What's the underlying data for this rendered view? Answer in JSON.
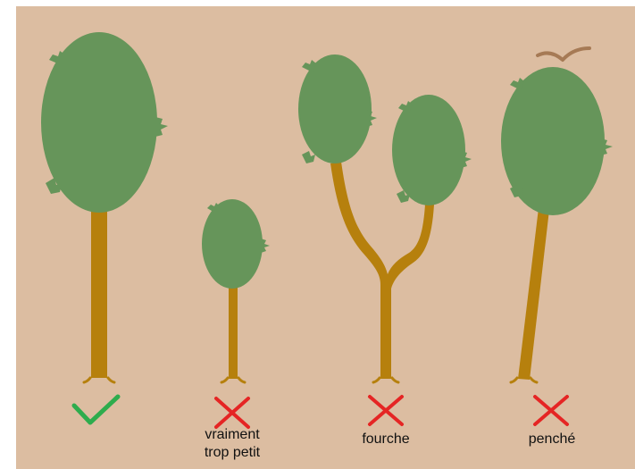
{
  "colors": {
    "background": "#dcbda1",
    "foliage": "#66955a",
    "trunk": "#b6800d",
    "bird": "#a67a55",
    "check": "#2eac4d",
    "cross": "#e52524"
  },
  "trees": [
    {
      "name": "tall-straight-tree",
      "verdict": "good",
      "verdict_icon": "check-icon",
      "caption": ""
    },
    {
      "name": "small-tree",
      "verdict": "bad",
      "verdict_icon": "cross-icon",
      "caption": "vraiment\ntrop petit"
    },
    {
      "name": "forked-tree",
      "verdict": "bad",
      "verdict_icon": "cross-icon",
      "caption": "fourche"
    },
    {
      "name": "leaning-tree",
      "verdict": "bad",
      "verdict_icon": "cross-icon",
      "caption": "penché"
    }
  ],
  "decorations": {
    "bird_icon": "bird-icon"
  }
}
